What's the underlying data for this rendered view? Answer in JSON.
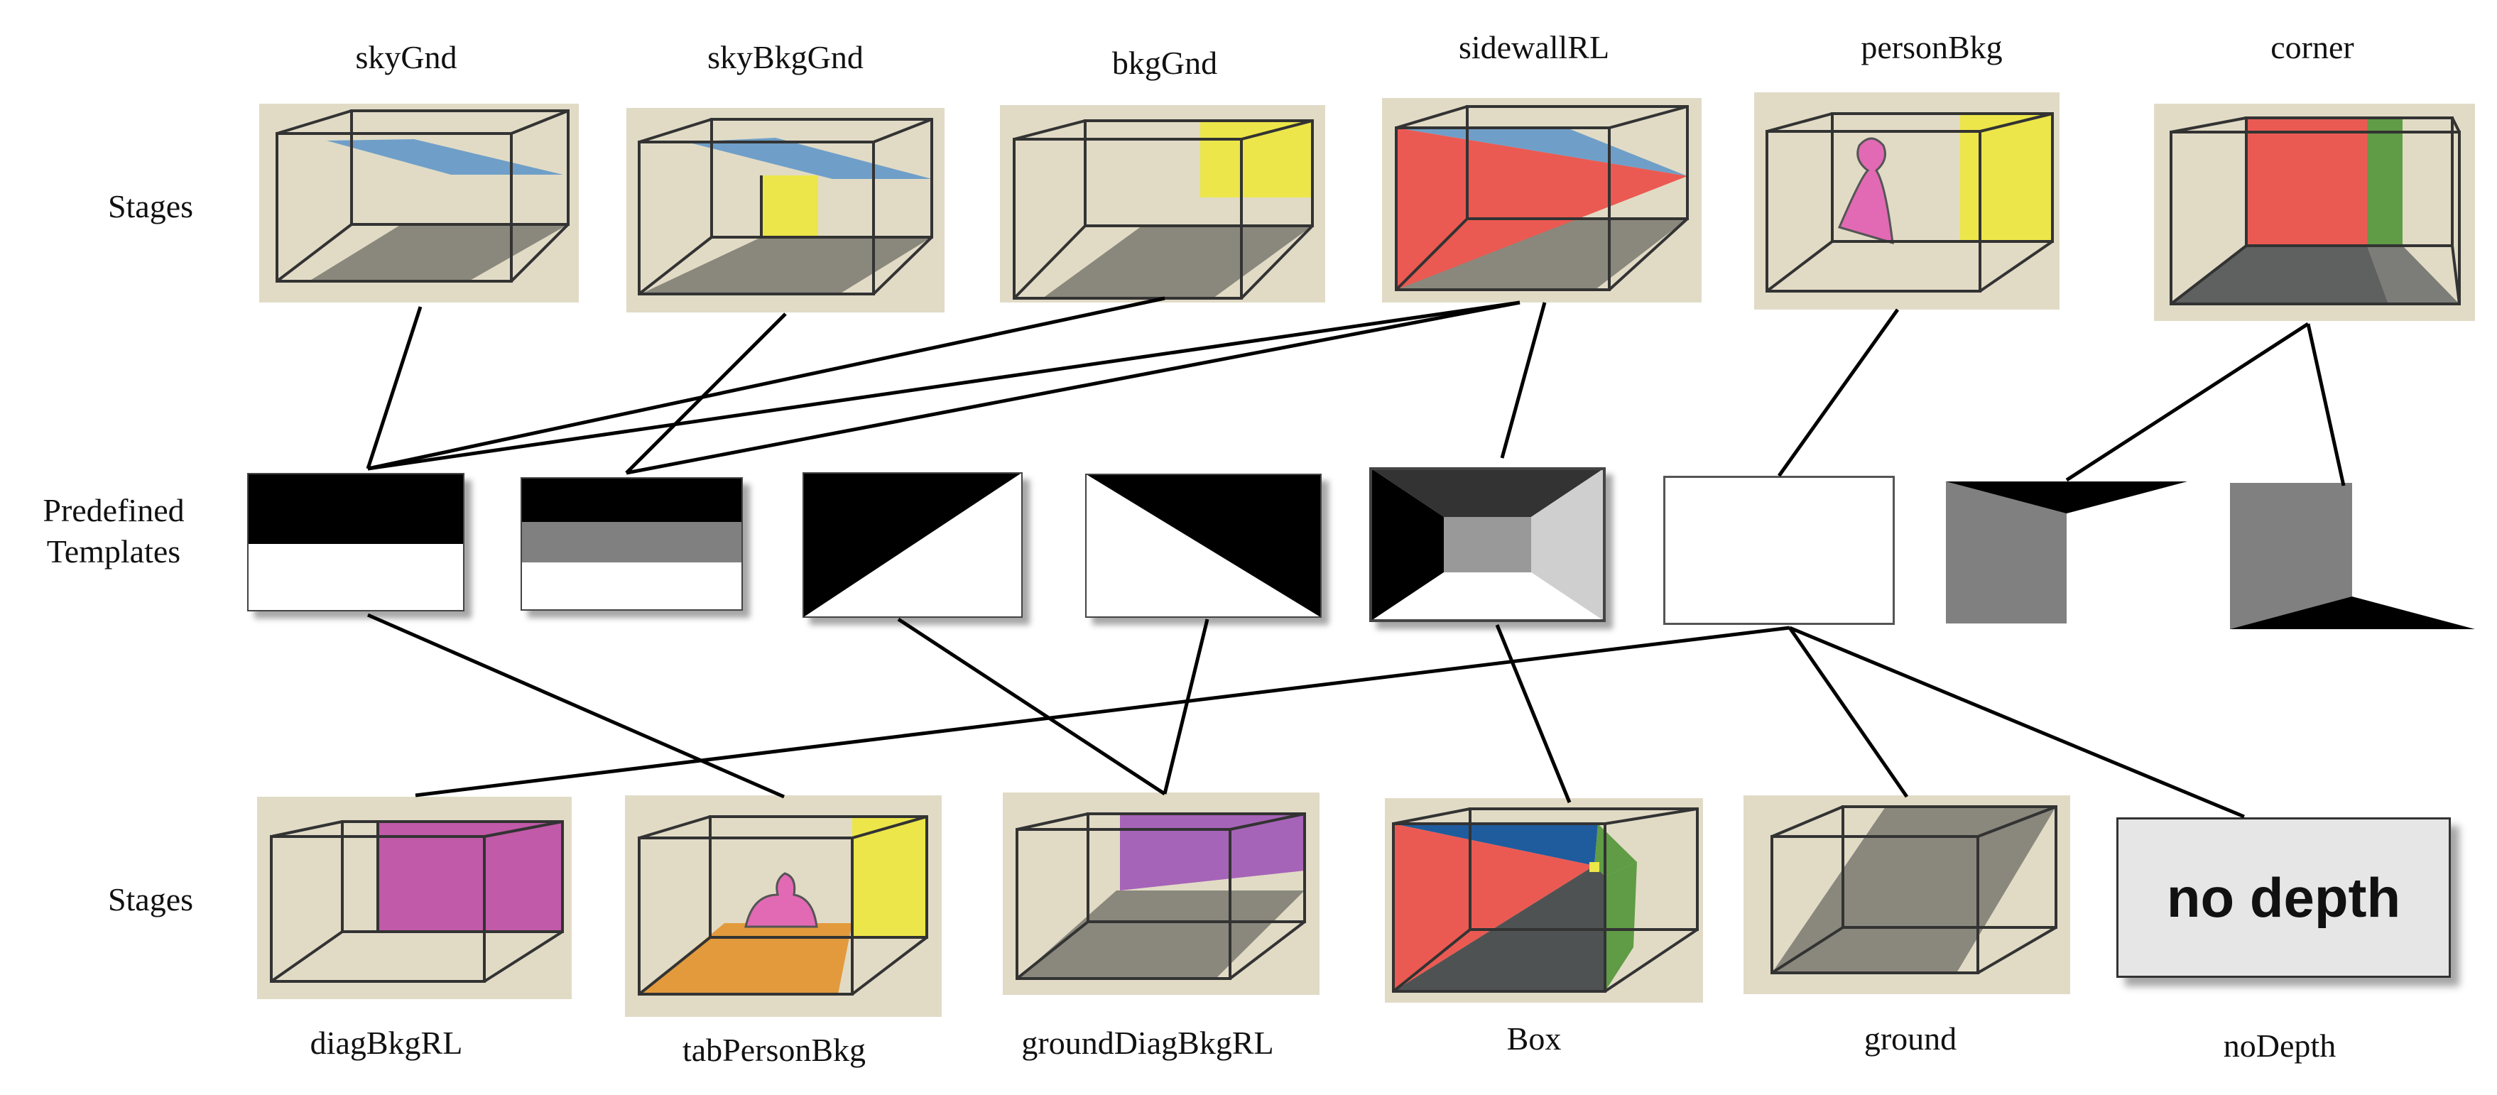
{
  "row_labels": {
    "top": "Stages",
    "middle_line1": "Predefined",
    "middle_line2": "Templates",
    "bottom": "Stages"
  },
  "top_stages": [
    "skyGnd",
    "skyBkgGnd",
    "bkgGnd",
    "sidewallRL",
    "personBkg",
    "corner"
  ],
  "bottom_stages": [
    "diagBkgRL",
    "tabPersonBkg",
    "groundDiagBkgRL",
    "Box",
    "ground",
    "noDepth"
  ],
  "no_depth_text": "no depth",
  "colors": {
    "stage_bg": "#e1dbc6",
    "sky_blue": "#6f9fc8",
    "ground_gray": "#8a887c",
    "yellow": "#ece64a",
    "red": "#ea5a52",
    "pink": "#e26ab4",
    "magenta": "#c15aa8",
    "green": "#5f9c45",
    "orange": "#e39a3d",
    "purple": "#a664b8",
    "box_blue": "#1f5c9e",
    "box_floor": "#4f5252"
  }
}
